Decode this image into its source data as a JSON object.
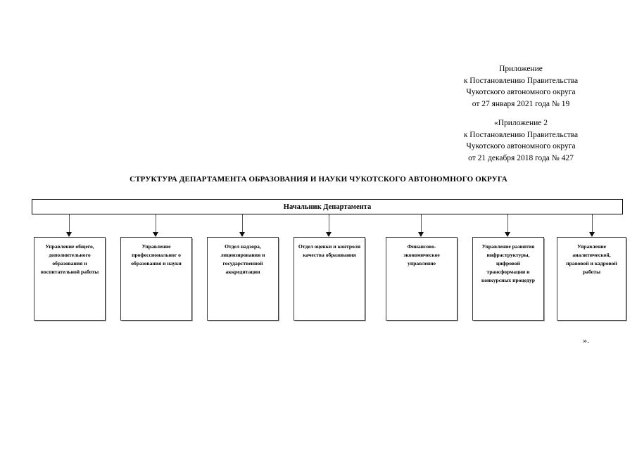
{
  "document": {
    "reference_blocks": [
      {
        "id": "appendix-current",
        "lines": [
          "Приложение",
          "к Постановлению Правительства",
          "Чукотского автономного округа",
          "от  27 января 2021 года №  19"
        ]
      },
      {
        "id": "appendix-amended",
        "lines": [
          "«Приложение 2",
          "к Постановлению Правительства",
          "Чукотского автономного округа",
          "от  21 декабря 2018 года №  427"
        ]
      }
    ],
    "title": "СТРУКТУРА ДЕПАРТАМЕНТА ОБРАЗОВАНИЯ И НАУКИ ЧУКОТСКОГО АВТОНОМНОГО ОКРУГА",
    "closing_mark": "»."
  },
  "org_chart": {
    "head": {
      "label": "Начальник Департамента"
    },
    "units": [
      {
        "label": "Управление общего, дополнительного образования и воспитательной работы"
      },
      {
        "label": "Управление профессиональног о образования и науки"
      },
      {
        "label": "Отдел надзора, лицензирования и государственной аккредитации"
      },
      {
        "label": "Отдел оценки и контроля качества образования"
      },
      {
        "label": "Финансово-экономическое управление"
      },
      {
        "label": "Управление развития инфраструктуры, цифровой трансформации и конкурсных процедур"
      },
      {
        "label": "Управление аналитической, правовой и кадровой работы"
      }
    ]
  },
  "colors": {
    "page_background": "#ffffff",
    "text": "#000000",
    "box_border": "#3a3a3a",
    "connector": "#555555",
    "shadow": "#9a9a9a"
  }
}
